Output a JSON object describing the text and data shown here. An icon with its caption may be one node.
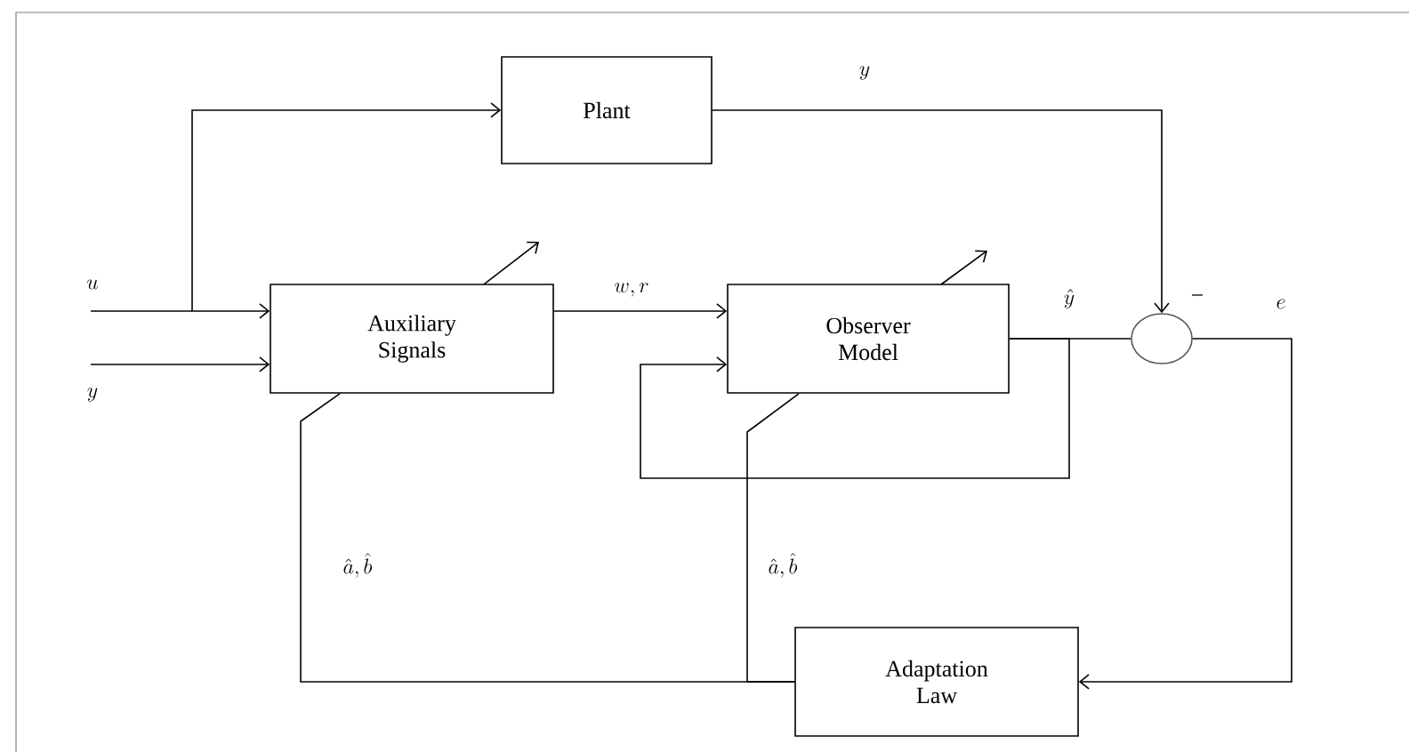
{
  "diagram": {
    "nodes": [
      {
        "text": [
          "Plant"
        ]
      },
      {
        "text": [
          "Auxiliary Signals"
        ]
      },
      {
        "text": [
          "Observer Model"
        ]
      },
      {
        "text": [],
        "shape": "circle"
      },
      {
        "text": [
          "Adaptation Law"
        ]
      }
    ],
    "edges": [
      {
        "from": null,
        "to": 1,
        "arrow": "to",
        "label": "u"
      },
      {
        "from": null,
        "to": 0,
        "arrow": "to"
      },
      {
        "from": null,
        "to": 1,
        "arrow": "to",
        "label": "y"
      },
      {
        "from": 1,
        "to": 2,
        "arrow": "to",
        "label": "w, r"
      },
      {
        "from": 0,
        "to": 3,
        "arrow": "to",
        "label": "y"
      },
      {
        "from": 2,
        "to": 3,
        "arrow": "none",
        "label": "\\hat{y}"
      },
      {
        "from": 2,
        "to": 2,
        "arrow": "to"
      },
      {
        "from": 3,
        "to": 4,
        "arrow": "to",
        "label": "e"
      },
      {
        "from": 4,
        "to": 1,
        "arrow": "none",
        "label": "\\hat{a}, \\hat{b}"
      },
      {
        "from": 4,
        "to": 2,
        "arrow": "none",
        "label": "\\hat{a}, \\hat{b}"
      }
    ],
    "labels": [
      "−"
    ]
  }
}
